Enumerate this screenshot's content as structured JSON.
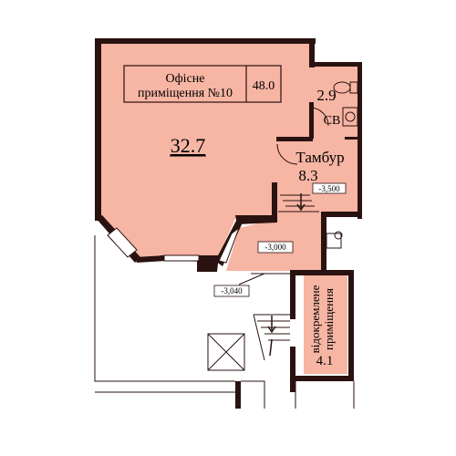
{
  "title_box": {
    "name_line1": "Офісне",
    "name_line2": "приміщення №10",
    "total_area": "48.0"
  },
  "rooms": {
    "office_area": "32.7",
    "wc_area": "2.9",
    "wc_label": "СВ",
    "vestibule_label": "Тамбур",
    "vestibule_area": "8.3",
    "separate_label_line1": "відокремлене",
    "separate_label_line2": "приміщення",
    "separate_area": "4.1"
  },
  "elevations": {
    "vestibule_level": "-3,500",
    "stair_level": "-3,000",
    "lower_level": "-3,040"
  },
  "colors": {
    "room_fill": "#f7b5a4",
    "wall": "#2a1210"
  }
}
